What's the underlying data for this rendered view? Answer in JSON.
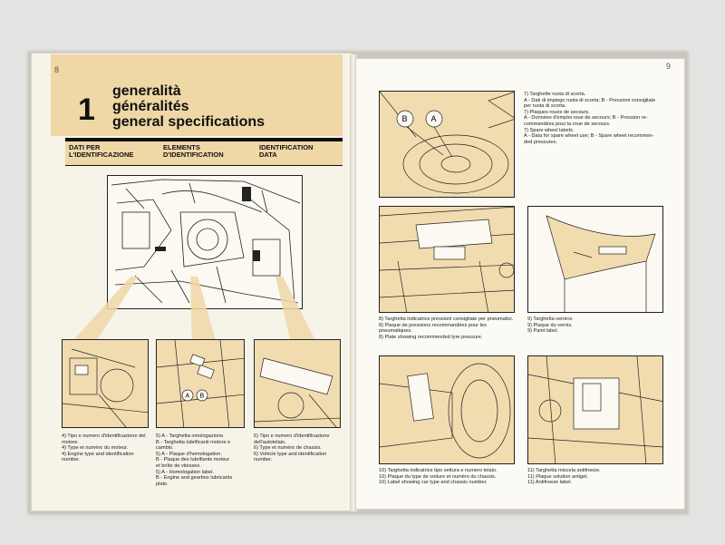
{
  "left_page": {
    "page_number": "8",
    "chapter_number": "1",
    "chapter_titles": [
      "generalità",
      "généralités",
      "general specifications"
    ],
    "column_headers": [
      "DATI PER\nL'IDENTIFICAZIONE",
      "ELEMENTS\nD'IDENTIFICATION",
      "IDENTIFICATION\nDATA"
    ],
    "captions": [
      "4) Tipo e numero d'identificazione del\n    motore.\n4) Type et numéro du moteur.\n4) Engine type and identification\n    number.",
      "5) A - Targhetta omologazione.\n     B - Targhetta lubrificanti motore e\n           cambio.\n5) A - Plaque d'homologation.\n     B - Plaque des lubrifiants moteur\n           et boîte de vitesses.\n5) A - Homologation label.\n     B - Engine and gearbox lubricants\n           plate.",
      "6) Tipo e numero d'identificazione\n    dell'autotelaio.\n6) Type et numéro de chassis.\n6) Vehicle type and identification\n    number."
    ],
    "callouts": [
      "A",
      "B"
    ]
  },
  "right_page": {
    "page_number": "9",
    "captions": [
      "7) Targhette ruota di scorta.\n    A - Dati di impiego ruota di scorta; B - Pressioni consigliate\n    per ruota di scorta.\n7) Plaques roues de secours.\n    A - Données d'emploi roue de secours; B - Pression re-\n    commandées pour la roue de secours.\n7) Spare wheel labels.\n    A - Data for spare wheel use; B - Spare wheel recommen-\n    ded pressures.",
      "8) Targhetta indicatrice pressioni consigliate per pneumatici.\n8) Plaque de pressions recommandées pour les\n    pneumatiques.\n8) Plate showing recommended tyre pressure.",
      "9) Targhetta vernice.\n9) Plaque du vernis.\n9) Paint label.",
      "10) Targhetta indicatrice tipo vettura e numero telaio.\n10) Plaque du type de voiture et numéro du chassis.\n10) Label showing car type and chassis number.",
      "11) Targhetta miscela antifreeze.\n11) Plaque solution antigel.\n11) Antifreeze label."
    ],
    "callouts": [
      "B",
      "A"
    ]
  },
  "colors": {
    "accent_tan": "#efd7a6",
    "drawing_tan": "#f1dcb0",
    "ink": "#111111"
  }
}
